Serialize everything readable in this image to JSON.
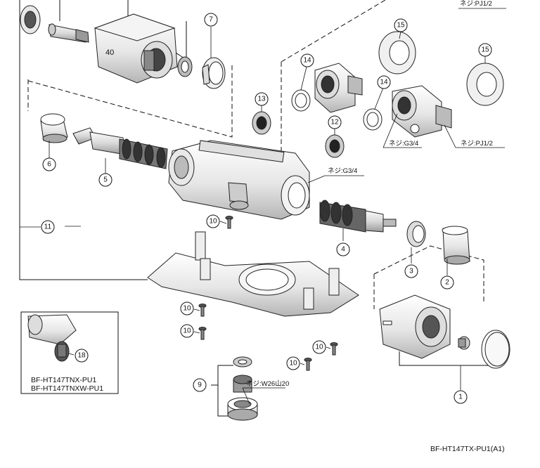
{
  "diagram": {
    "document_code": "BF-HT147TX-PU1(A1)",
    "inset_models": [
      "BF-HT147TNX-PU1",
      "BF-HT147TNXW-PU1"
    ],
    "thread_labels": {
      "top_right": "ネジ:PJ1/2",
      "outlet_g34": "ネジ:G3/4",
      "elbow_right_pj": "ネジ:PJ1/2",
      "body_g34": "ネジ:G3/4",
      "filter_w26": "ネジ:W26山20"
    },
    "handle_marking": "40",
    "callouts": {
      "c1": "1",
      "c2": "2",
      "c3": "3",
      "c4": "4",
      "c5": "5",
      "c6": "6",
      "c7": "7",
      "c9": "9",
      "c10": "10",
      "c11": "11",
      "c12": "12",
      "c13": "13",
      "c14": "14",
      "c15": "15",
      "c18": "18"
    },
    "colors": {
      "line": "#111111",
      "fill_light": "#f2f2f2",
      "fill_mid": "#cfcfcf",
      "fill_dark": "#555555"
    }
  }
}
